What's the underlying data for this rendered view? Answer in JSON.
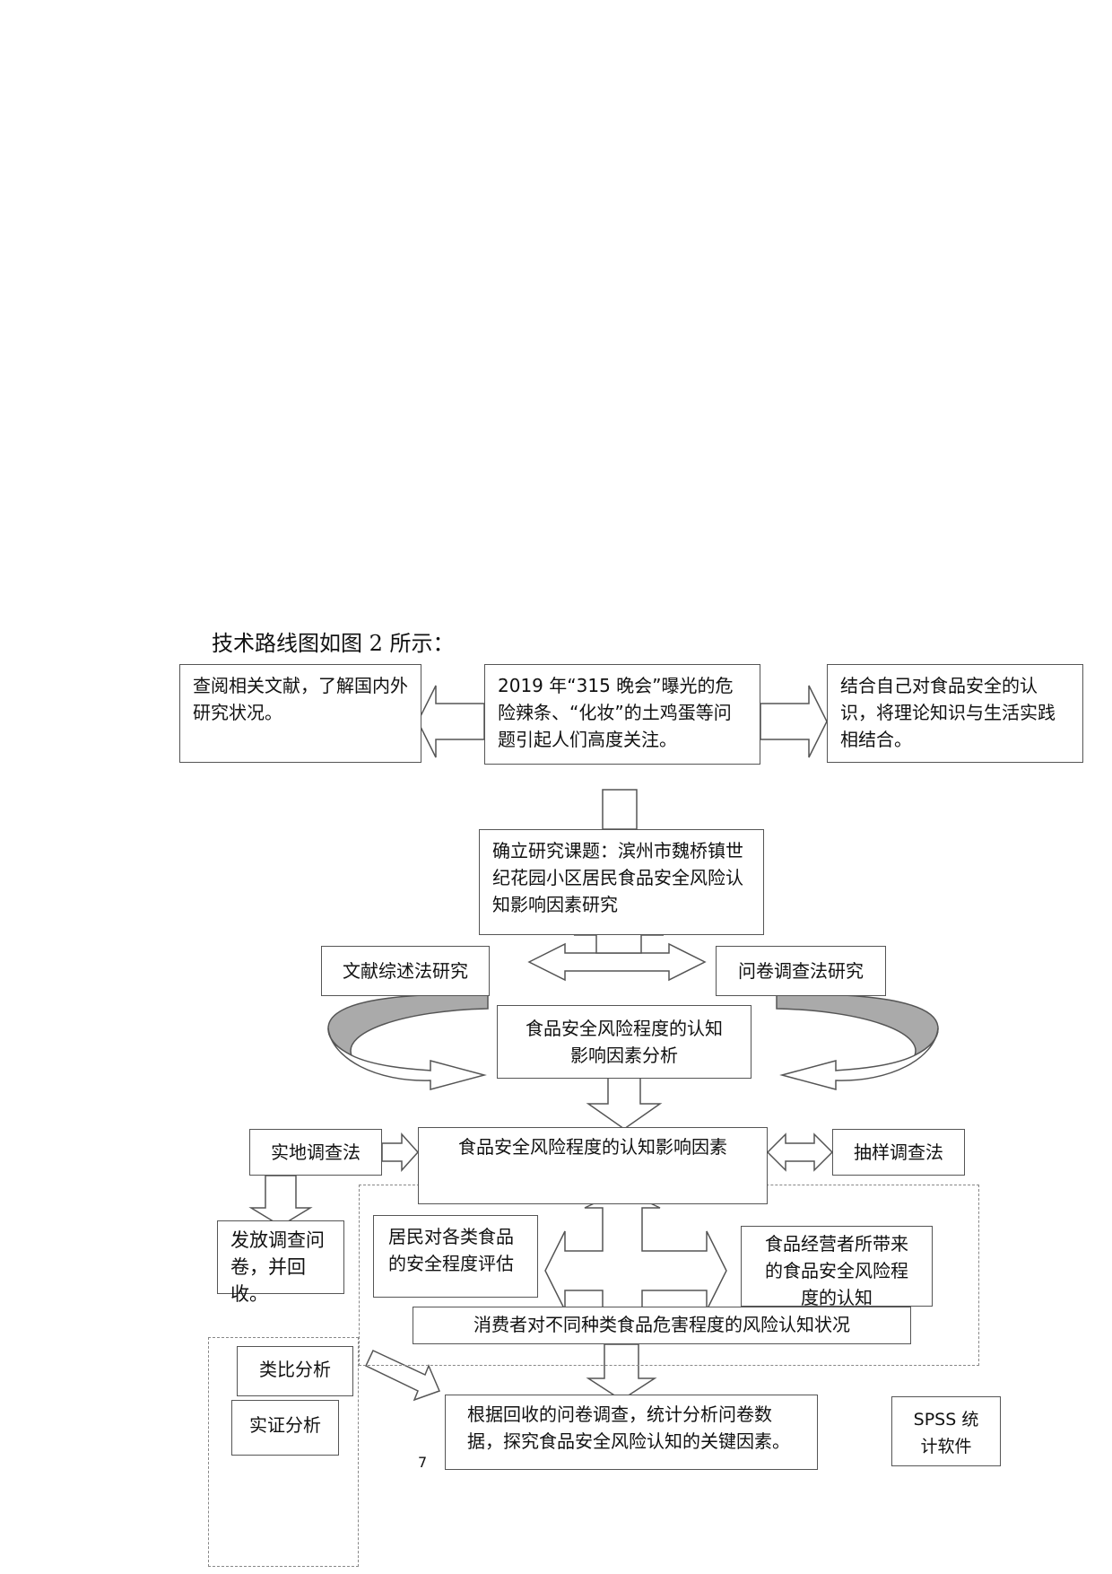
{
  "caption": "技术路线图如图 2 所示：",
  "boxes": {
    "literature": "查阅相关文献，了解国内外研究状况。",
    "event": "2019 年“315 晚会”曝光的危险辣条、“化妆”的土鸡蛋等问题引起人们高度关注。",
    "combine": "结合自己对食品安全的认识，将理论知识与生活实践相结合。",
    "topic": "确立研究课题：滨州市魏桥镇世纪花园小区居民食品安全风险认知影响因素研究",
    "lit_method": "文献综述法研究",
    "survey_method": "问卷调查法研究",
    "analysis": "食品安全风险程度的认知影响因素分析",
    "field": "实地调查法",
    "factors": "食品安全风险程度的认知影响因素",
    "sampling": "抽样调查法",
    "questionnaire": "发放调查问卷，并回收。",
    "residents": "居民对各类食品的安全程度评估",
    "operators": "食品经营者所带来的食品安全风险程度的认知",
    "consumers": "消费者对不同种类食品危害程度的风险认知状况",
    "analogy": "类比分析",
    "empirical": "实证分析",
    "stats": "根据回收的问卷调查，统计分析问卷数据，探究食品安全风险认知的关键因素。",
    "spss": "SPSS 统计软件"
  },
  "page_number": "7",
  "colors": {
    "stroke": "#555555",
    "band": "#aaaaaa",
    "dash": "#888888"
  }
}
